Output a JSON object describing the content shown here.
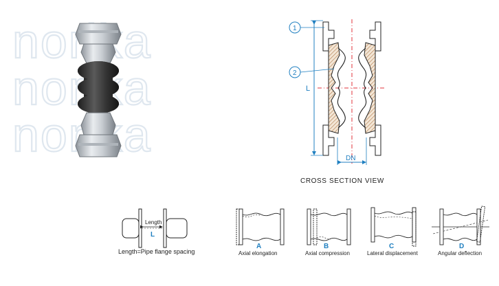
{
  "watermark": {
    "word": "norika",
    "lines": 3
  },
  "cross_section": {
    "callouts": [
      "1",
      "2"
    ],
    "dim_length": "L",
    "dim_diameter": "DN",
    "caption": "CROSS SECTION VIEW"
  },
  "length_diagram": {
    "dim_label": "Length",
    "symbol": "L",
    "caption": "Length=Pipe flange spacing"
  },
  "movements": [
    {
      "letter": "A",
      "caption": "Axial elongation"
    },
    {
      "letter": "B",
      "caption": "Axial compression"
    },
    {
      "letter": "C",
      "caption": "Lateral displacement"
    },
    {
      "letter": "D",
      "caption": "Angular deflection"
    }
  ],
  "colors": {
    "accent_blue": "#1f7fc0",
    "centerline_red": "#e0303a",
    "watermark": "#e4ecf3",
    "rubber": "#3a3a3a",
    "hatch": "#b07a4a"
  }
}
